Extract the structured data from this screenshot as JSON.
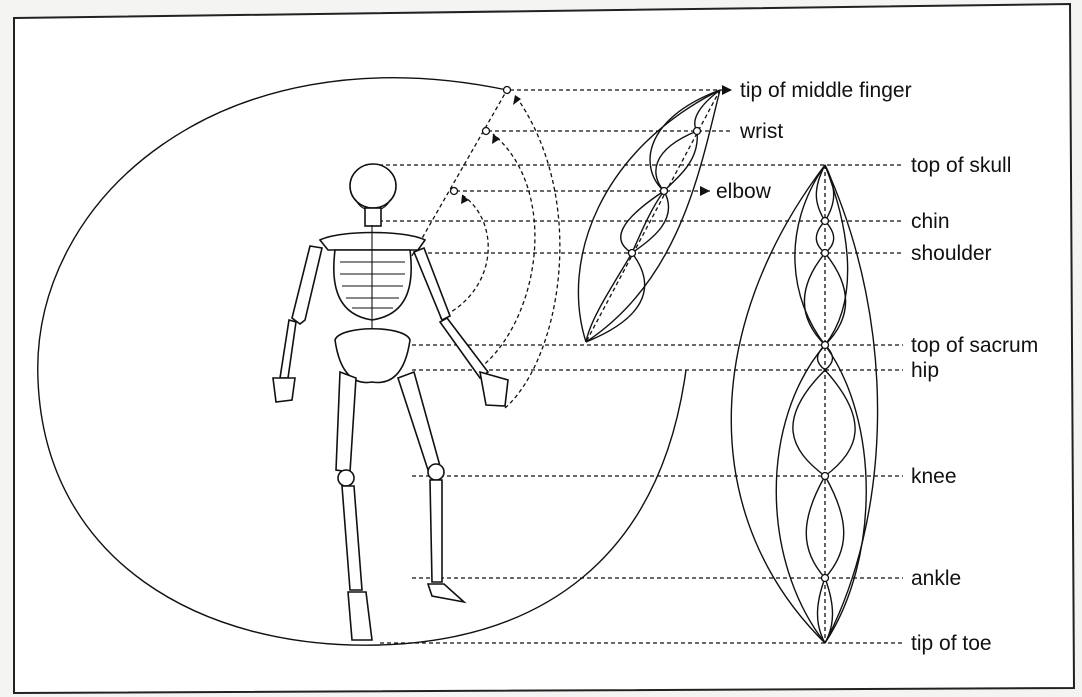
{
  "labels": {
    "tip_of_middle_finger": "tip of middle finger",
    "wrist": "wrist",
    "elbow": "elbow",
    "top_of_skull": "top of skull",
    "chin": "chin",
    "shoulder": "shoulder",
    "top_of_sacrum": "top of sacrum",
    "hip": "hip",
    "knee": "knee",
    "ankle": "ankle",
    "tip_of_toe": "tip of toe"
  },
  "colors": {
    "ink": "#111111",
    "paper": "#ffffff"
  }
}
